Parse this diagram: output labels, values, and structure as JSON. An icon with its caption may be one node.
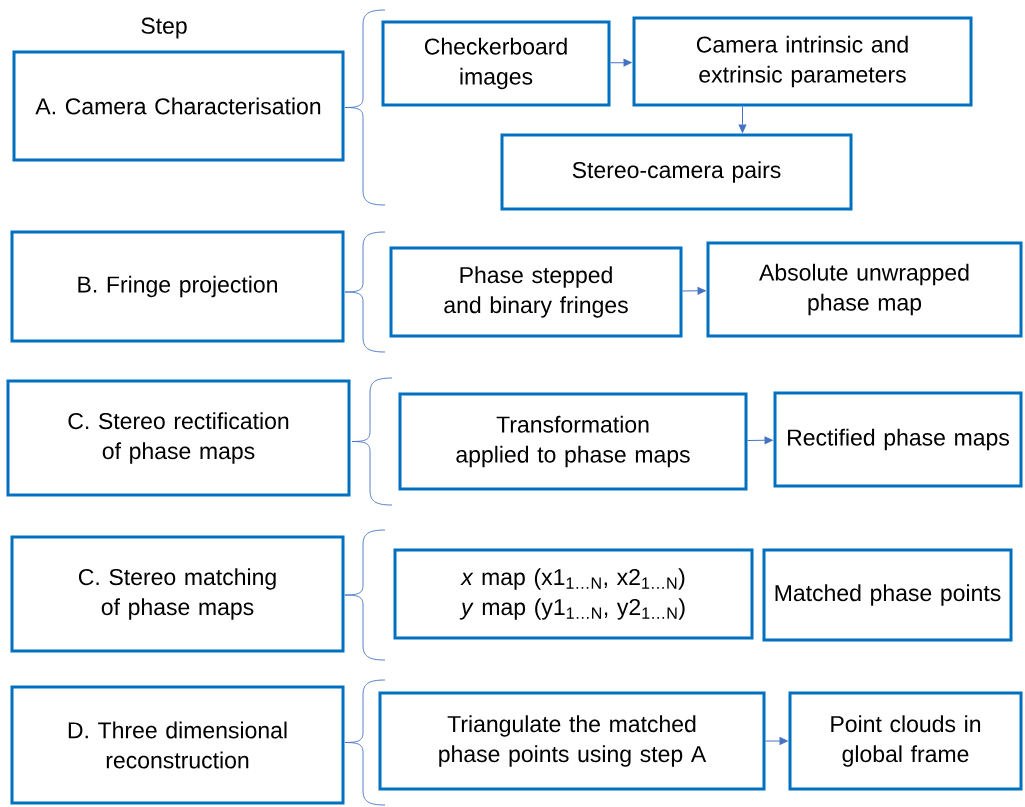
{
  "diagram": {
    "nodes": [
      {
        "text": [
          "A. Camera Characterisation"
        ]
      },
      {
        "text": [
          "Checkerboard images"
        ]
      },
      {
        "text": [
          "Camera intrinsic and extrinsic parameters"
        ]
      },
      {
        "text": [
          "Stereo-camera pairs"
        ]
      },
      {
        "text": [
          "B. Fringe projection"
        ]
      },
      {
        "text": [
          "Phase stepped and binary fringes"
        ]
      },
      {
        "text": [
          "Absolute unwrapped phase map"
        ]
      },
      {
        "text": [
          "C. Stereo rectification of phase maps"
        ]
      },
      {
        "text": [
          "Transformation applied to phase maps"
        ]
      },
      {
        "text": [
          "Rectified phase maps"
        ]
      },
      {
        "text": [
          "C. Stereo matching of phase maps"
        ]
      },
      {
        "text": [
          "*x* map (x1$_{1…N}$, x2$_{1…N}$)",
          "*y* map (y1$_{1…N}$, y2$_{1…N}$)"
        ]
      },
      {
        "text": [
          "Matched phase points"
        ]
      },
      {
        "text": [
          "D. Three dimensional reconstruction"
        ]
      },
      {
        "text": [
          "Triangulate the matched phase points using step A"
        ]
      },
      {
        "text": [
          "Point clouds in global frame"
        ]
      }
    ],
    "edges": [
      {
        "from": 1,
        "to": 2,
        "arrow": "to"
      },
      {
        "from": 2,
        "to": 3,
        "arrow": "to"
      },
      {
        "from": 5,
        "to": 6,
        "arrow": "to"
      },
      {
        "from": 8,
        "to": 9,
        "arrow": "to"
      },
      {
        "from": 14,
        "to": 15,
        "arrow": "to"
      }
    ],
    "labels": [
      "Step"
    ]
  }
}
